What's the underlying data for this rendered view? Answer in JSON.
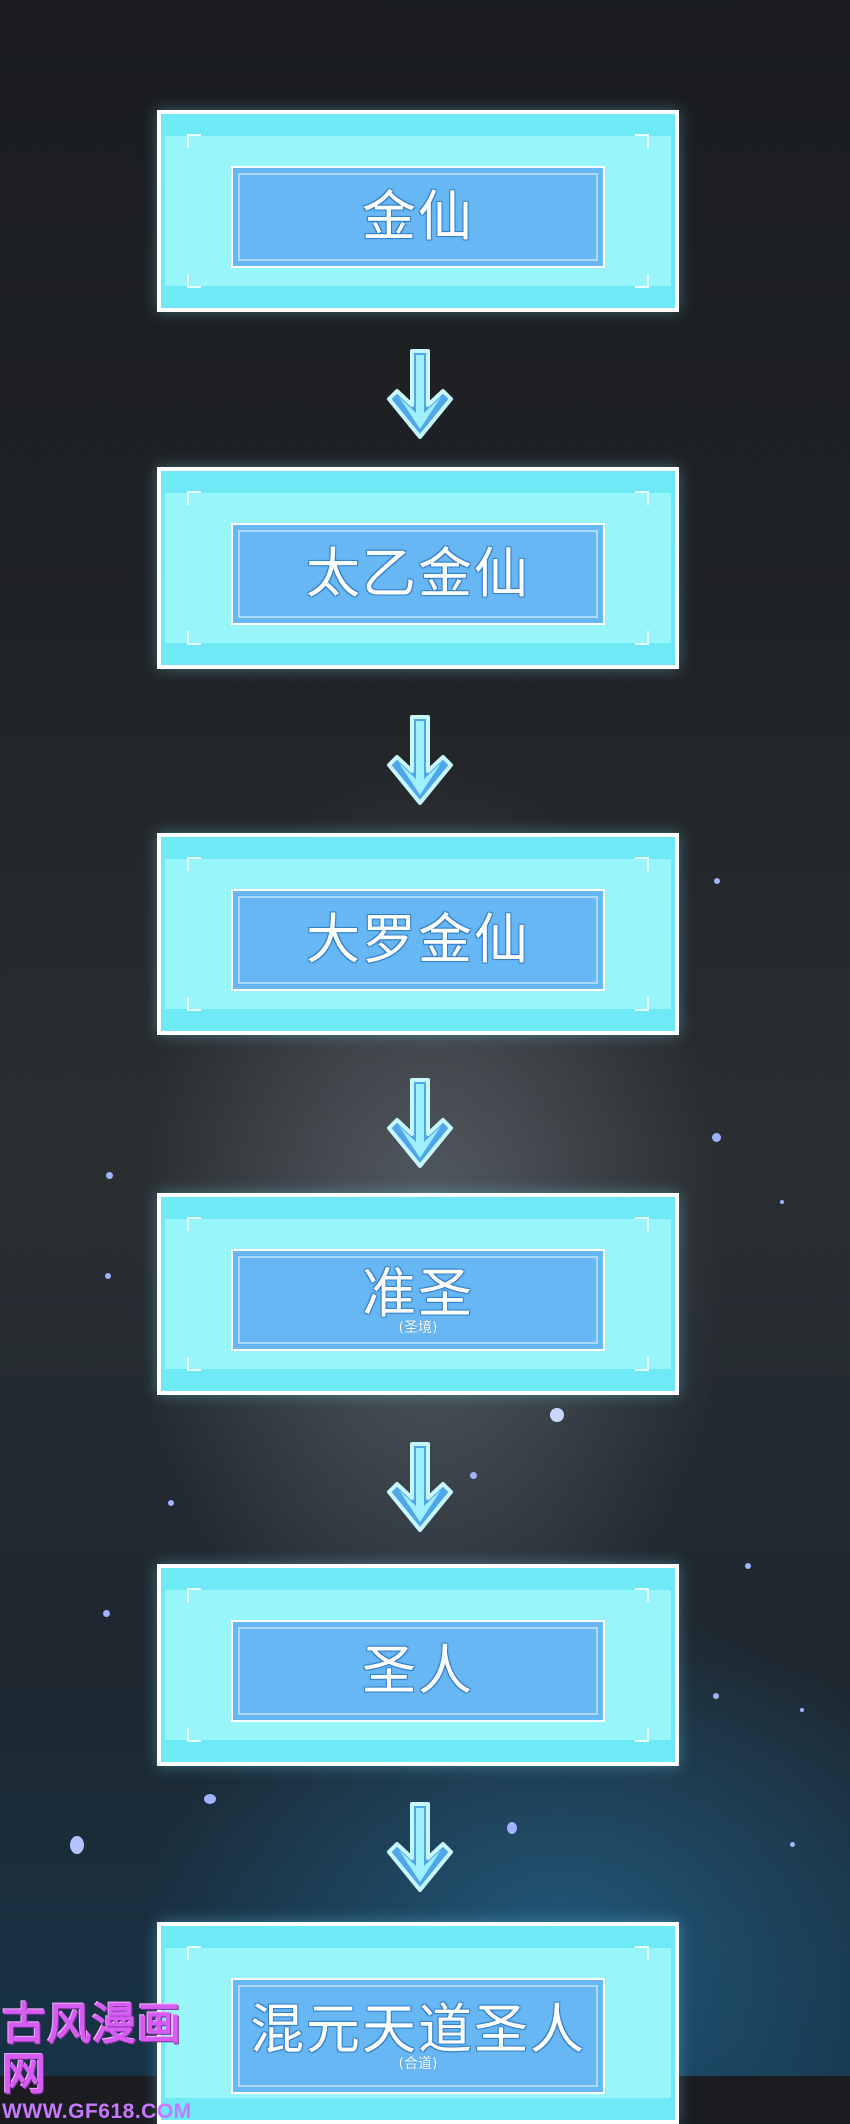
{
  "stages": [
    {
      "title": "金仙",
      "subtitle": ""
    },
    {
      "title": "太乙金仙",
      "subtitle": ""
    },
    {
      "title": "大罗金仙",
      "subtitle": ""
    },
    {
      "title": "准圣",
      "subtitle": "(圣境)"
    },
    {
      "title": "圣人",
      "subtitle": ""
    },
    {
      "title": "混元天道圣人",
      "subtitle": "(合道)"
    }
  ],
  "watermark": {
    "logo": "古风漫画网",
    "url": "WWW.GF618.COM"
  },
  "colors": {
    "panel_outer": "#6fe9f6",
    "panel_band": "#98f6fb",
    "panel_inner": "#67b7f4",
    "arrow": "#9ff0ff",
    "watermark": "#d65cf2"
  },
  "icons": [
    "down-arrow-icon"
  ]
}
